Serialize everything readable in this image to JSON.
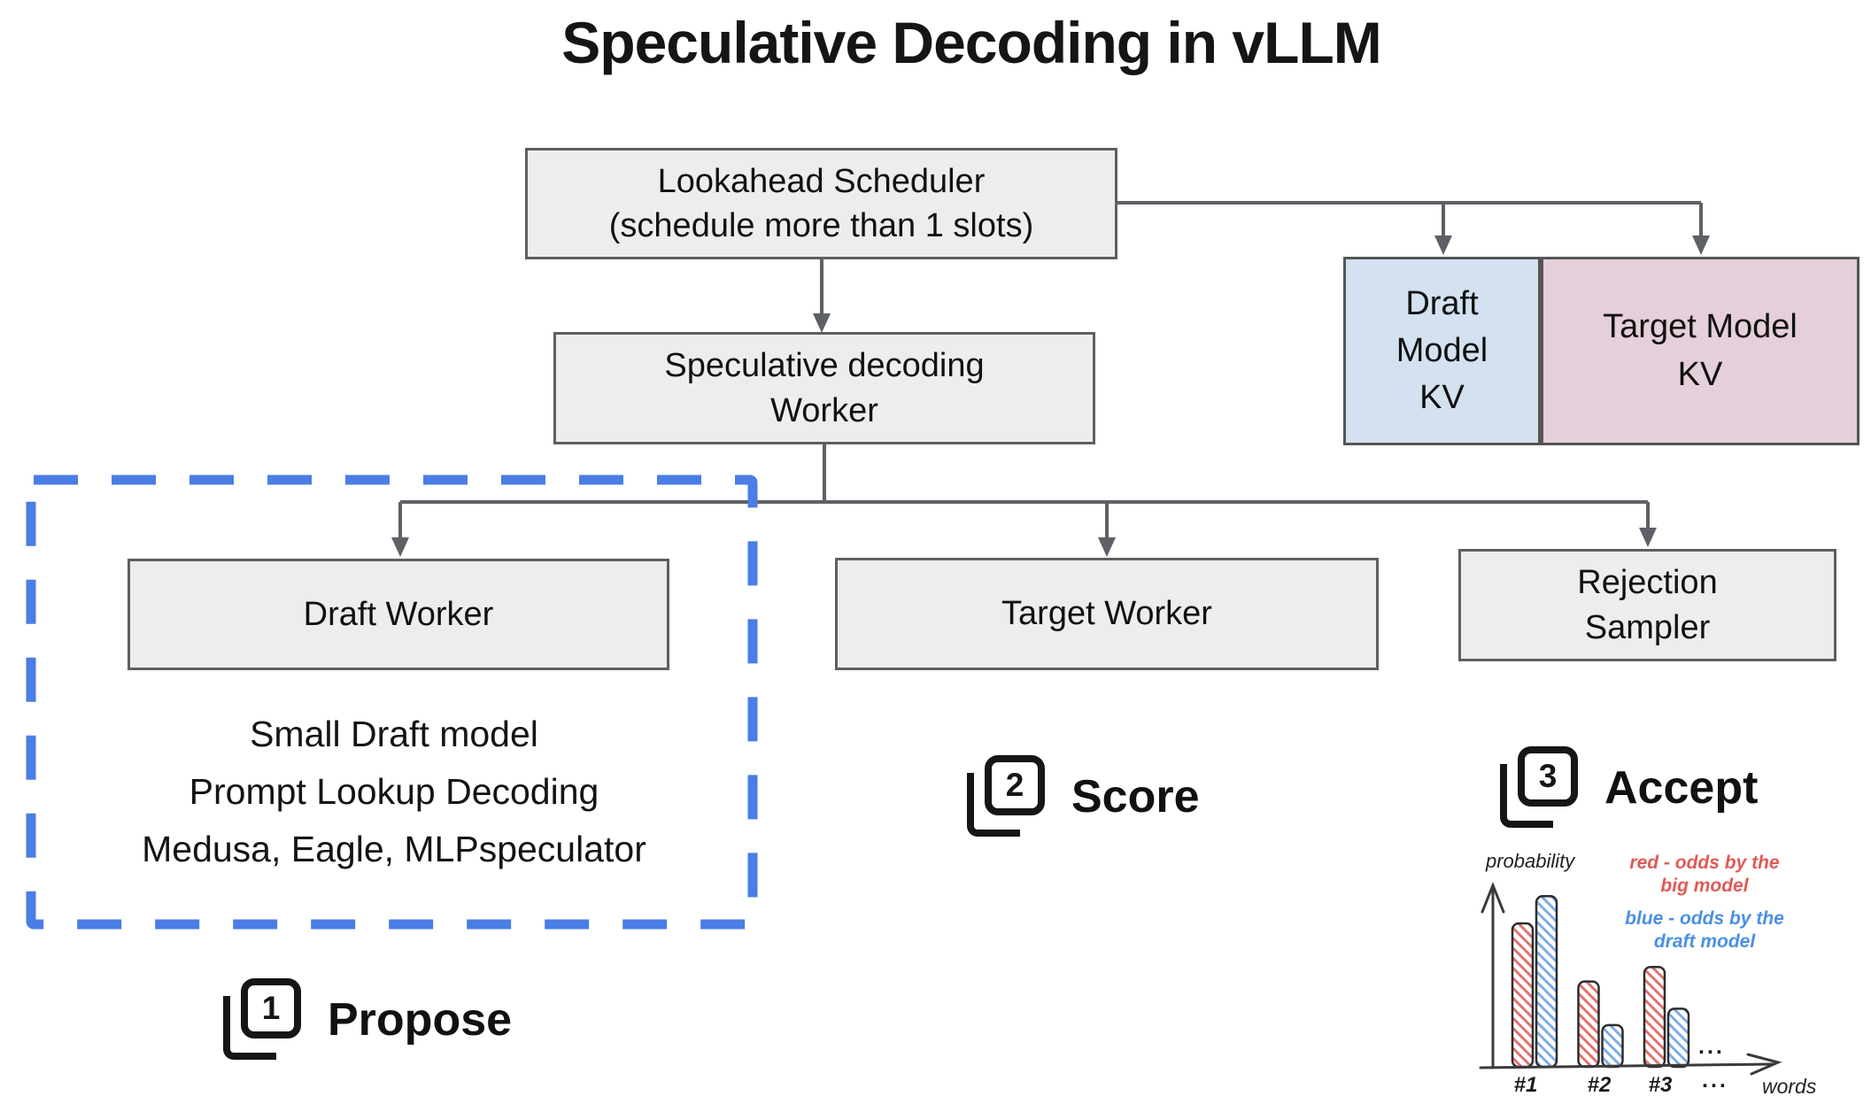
{
  "title": "Speculative Decoding in vLLM",
  "nodes": {
    "lookahead_scheduler": "Lookahead Scheduler\n(schedule more than 1 slots)",
    "spec_worker": "Speculative decoding\nWorker",
    "draft_model_kv": "Draft\nModel\nKV",
    "target_model_kv": "Target Model\nKV",
    "draft_worker": "Draft Worker",
    "target_worker": "Target Worker",
    "rejection_sampler": "Rejection\nSampler"
  },
  "draft_box": {
    "notes": [
      "Small Draft model",
      "Prompt Lookup Decoding",
      "Medusa, Eagle, MLPspeculator"
    ]
  },
  "steps": [
    {
      "num": "1",
      "label": "Propose"
    },
    {
      "num": "2",
      "label": "Score"
    },
    {
      "num": "3",
      "label": "Accept"
    }
  ],
  "colors": {
    "node_fill": "#ededed",
    "node_border": "#5f5f5f",
    "connector": "#5d6065",
    "dashed_border": "#4a7de5",
    "draft_kv_fill": "#d3e1f1",
    "target_kv_fill": "#e5cfda",
    "chart_red": "#e05a55",
    "chart_blue": "#4a90e2"
  },
  "chart_data": {
    "type": "bar",
    "ylabel": "probability",
    "xlabel": "words",
    "categories": [
      "#1",
      "#2",
      "#3"
    ],
    "ellipsis": "...",
    "ylim": [
      0,
      1
    ],
    "legend_position": "top-right",
    "bar_style": "hand-drawn hatched rounded bars",
    "series": [
      {
        "name": "red",
        "legend": "red - odds by the\nbig model",
        "color": "#e05a55",
        "hatch": "#e2736f",
        "values": [
          0.79,
          0.47,
          0.55
        ]
      },
      {
        "name": "blue",
        "legend": "blue - odds by the\ndraft model",
        "color": "#4a90e2",
        "hatch": "#7fade4",
        "values": [
          0.94,
          0.23,
          0.32
        ]
      }
    ]
  }
}
